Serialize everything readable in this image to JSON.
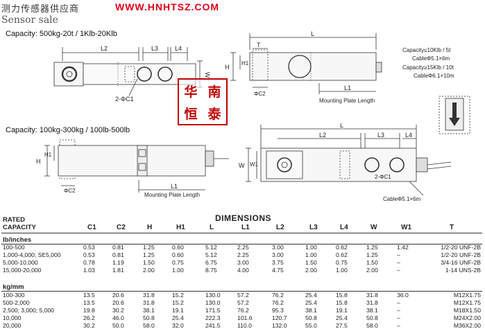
{
  "header": {
    "cn_text": "测力传感器供应商",
    "url": "WWW.HNHTSZ.COM",
    "en_text": "Sensor sale"
  },
  "stamp": {
    "chars": [
      "华",
      "南",
      "恒",
      "泰"
    ]
  },
  "diagram1": {
    "capacity": "Capacity: 500kg-20t / 1Klb-20Klb",
    "labels": {
      "l2": "L2",
      "l3": "L3",
      "l4": "L4",
      "w": "W",
      "c1": "2-ΦC1"
    }
  },
  "diagram2": {
    "labels": {
      "l": "L",
      "t": "T",
      "h": "H",
      "h1": "H1",
      "c2": "ΦC2",
      "l1": "L1",
      "mounting": "Mounting Plate Length"
    },
    "cable_notes": [
      "Capacity≤10Klb / 5t",
      "CableΦ5.1×6m",
      "Capacity≥15Klb / 10t",
      "CableΦ6.1×10m"
    ]
  },
  "diagram3": {
    "capacity": "Capacity: 100kg-300kg / 100lb-500lb",
    "labels": {
      "h": "H",
      "h1": "H1",
      "c2": "ΦC2",
      "l1": "L1",
      "mounting": "Mounting Plate Length"
    }
  },
  "diagram4": {
    "labels": {
      "l": "L",
      "l2": "L2",
      "l3": "L3",
      "l4": "L4",
      "w": "W",
      "w1": "W1",
      "c1": "2-ΦC1",
      "cable": "CableΦ5.1×6m"
    }
  },
  "table": {
    "title": "DIMENSIONS",
    "rated": "RATED",
    "capacity": "CAPACITY",
    "columns": [
      "C1",
      "C2",
      "H",
      "H1",
      "L",
      "L1",
      "L2",
      "L3",
      "L4",
      "W",
      "W1",
      "T"
    ],
    "sections": [
      {
        "name": "lb/inches",
        "rows": [
          [
            "100-500",
            "0.53",
            "0.81",
            "1.25",
            "0.60",
            "5.12",
            "2.25",
            "3.00",
            "1.00",
            "0.62",
            "1.25",
            "1.42",
            "1/2-20  UNF-2B"
          ],
          [
            "1,000-4,000; SE5,000",
            "0.53",
            "0.81",
            "1.25",
            "0.60",
            "5.12",
            "2.25",
            "3.00",
            "1.00",
            "0.62",
            "1.25",
            "–",
            "1/2-20  UNF-2B"
          ],
          [
            "5,000-10,000",
            "0.78",
            "1.19",
            "1.50",
            "0.75",
            "6.75",
            "3.00",
            "3.75",
            "1.50",
            "0.75",
            "1.50",
            "–",
            "3/4-16  UNF-2B"
          ],
          [
            "15,000-20,000",
            "1.03",
            "1.81",
            "2.00",
            "1.00",
            "8.75",
            "4.00",
            "4.75",
            "2.00",
            "1.00",
            "2.00",
            "–",
            "1-14  UNS-2B"
          ]
        ]
      },
      {
        "name": "kg/mm",
        "rows": [
          [
            "100-300",
            "13.5",
            "20.6",
            "31.8",
            "15.2",
            "130.0",
            "57.2",
            "76.2",
            "25.4",
            "15.8",
            "31.8",
            "36.0",
            "M12X1.75"
          ],
          [
            "500-2,000",
            "13.5",
            "20.6",
            "31.8",
            "15.2",
            "130.0",
            "57.2",
            "76.2",
            "25.4",
            "15.8",
            "31.8",
            "–",
            "M12X1.75"
          ],
          [
            "2,500; 3,000; 5,000",
            "19.8",
            "30.2",
            "38.1",
            "19.1",
            "171.5",
            "76.2",
            "95.3",
            "38.1",
            "19.1",
            "38.1",
            "–",
            "M18X1.50"
          ],
          [
            "10,000",
            "26.2",
            "46.0",
            "50.8",
            "25.4",
            "222.3",
            "101.6",
            "120.7",
            "50.8",
            "25.4",
            "50.8",
            "–",
            "M24X2.00"
          ],
          [
            "20,000",
            "30.2",
            "50.0",
            "58.0",
            "32.0",
            "241.5",
            "110.0",
            "132.0",
            "55.0",
            "27.5",
            "58.0",
            "–",
            "M36X2.00"
          ]
        ]
      }
    ]
  }
}
